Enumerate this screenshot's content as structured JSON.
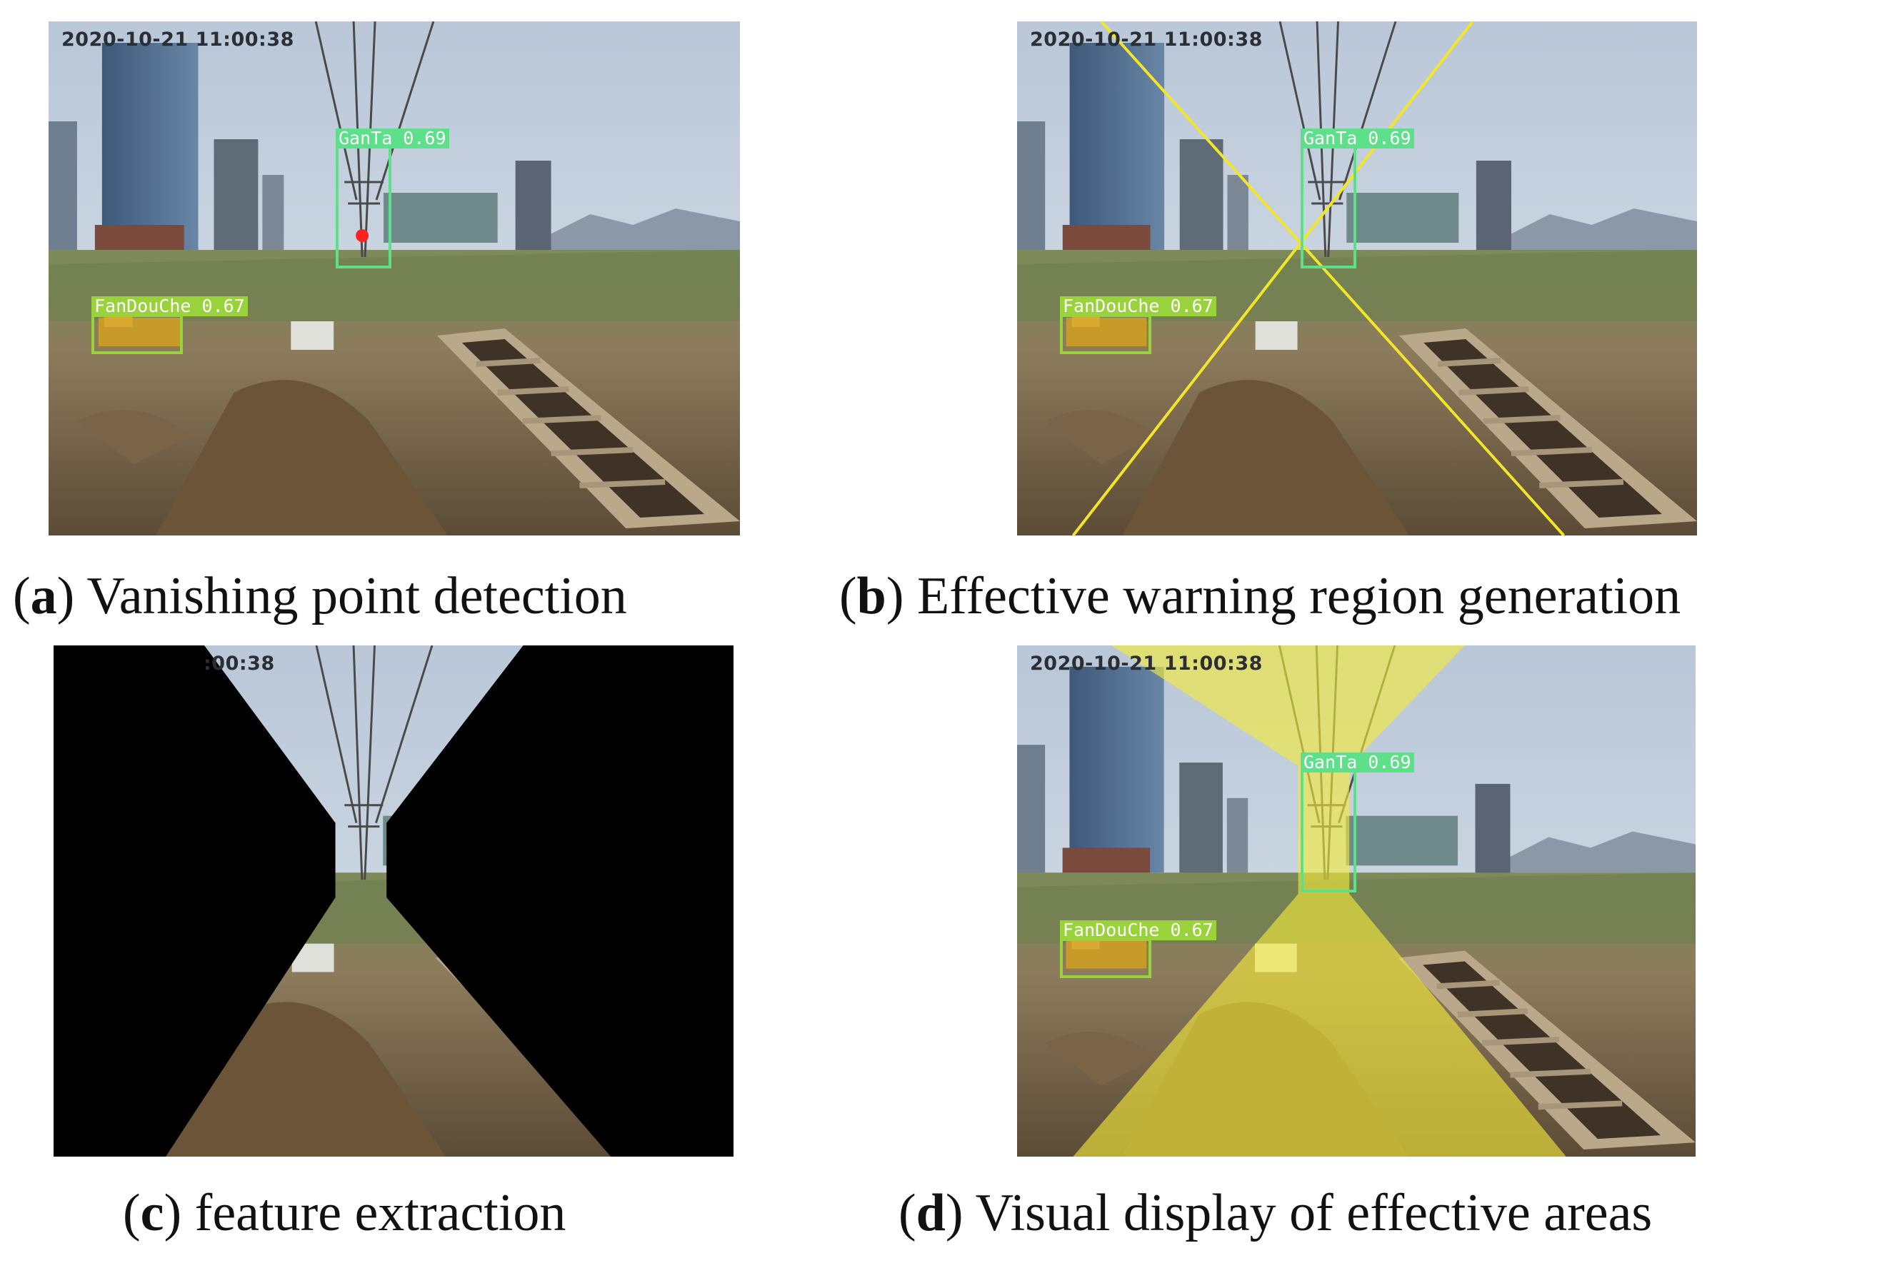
{
  "panels": {
    "a": {
      "timestamp": "2020-10-21 11:00:38",
      "detections": [
        {
          "label": "GanTa 0.69",
          "color": "#5ee08a"
        },
        {
          "label": "FanDouChe 0.67",
          "color": "#9ad23c"
        }
      ],
      "caption_letter": "a",
      "caption_text": "Vanishing point detection"
    },
    "b": {
      "timestamp": "2020-10-21 11:00:38",
      "detections": [
        {
          "label": "GanTa 0.69",
          "color": "#5ee08a"
        },
        {
          "label": "FanDouChe 0.67",
          "color": "#9ad23c"
        }
      ],
      "caption_letter": "b",
      "caption_text": "Effective warning region generation"
    },
    "c": {
      "timestamp": ":00:38",
      "caption_letter": "c",
      "caption_text": "feature extraction"
    },
    "d": {
      "timestamp": "2020-10-21 11:00:38",
      "detections": [
        {
          "label": "GanTa 0.69",
          "color": "#5ee08a"
        },
        {
          "label": "FanDouChe 0.67",
          "color": "#9ad23c"
        }
      ],
      "caption_letter": "d",
      "caption_text": "Visual display of effective areas"
    }
  },
  "colors": {
    "warning_line": "#f2e52a",
    "warning_fill": "#f5ec3a",
    "vanishing_point": "#ff2020",
    "mask": "#000000"
  }
}
